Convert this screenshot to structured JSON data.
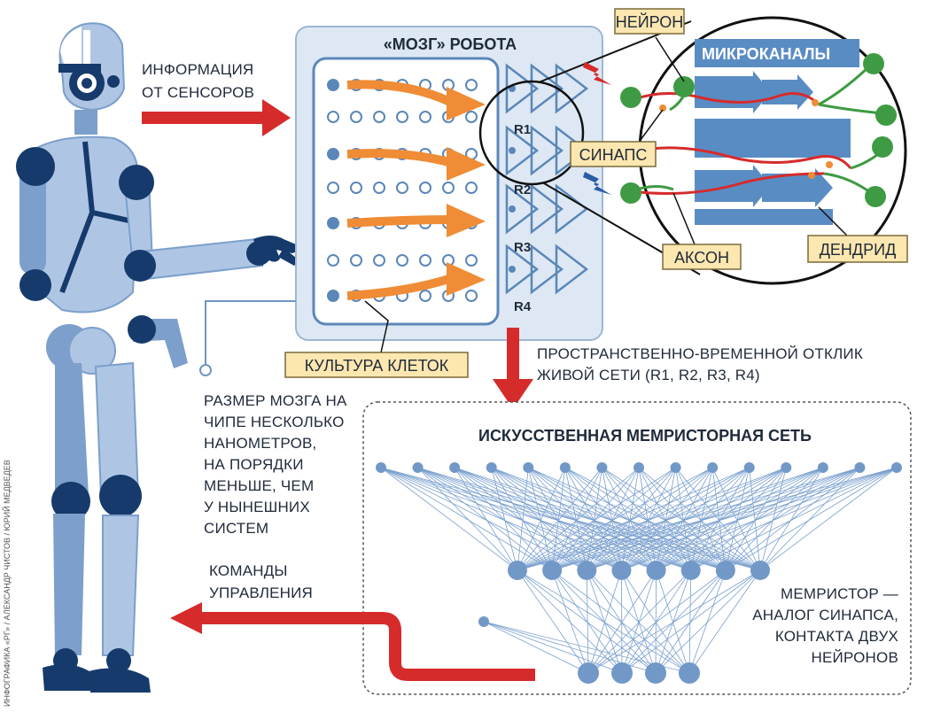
{
  "colors": {
    "robot_light": "#aec6e4",
    "robot_mid": "#7c9fcb",
    "robot_dark": "#163a6b",
    "panel": "#dde8f4",
    "cell_line": "#5b87b8",
    "orange": "#ef8c35",
    "red": "#d62b2b",
    "green": "#3e9b43",
    "channel": "#5a8cc4",
    "tag_bg": "#fde7b0",
    "net_node": "#7298c8",
    "net_line": "#7aa0cf"
  },
  "icons": {
    "spark_red": "lightning-bolt-icon",
    "spark_blue": "lightning-bolt-icon"
  },
  "labels": {
    "info_line1": "ИНФОРМАЦИЯ",
    "info_line2": "ОТ СЕНСОРОВ",
    "brain_title": "«МОЗГ» РОБОТА",
    "neuron": "НЕЙРОН",
    "microchannels": "МИКРОКАНАЛЫ",
    "synapse": "СИНАПС",
    "axon": "АКСОН",
    "dendrite": "ДЕНДРИД",
    "culture": "КУЛЬТУРА КЛЕТОК",
    "response_line1": "ПРОСТРАНСТВЕННО-ВРЕМЕННОЙ ОТКЛИК",
    "response_line2": "ЖИВОЙ СЕТИ (R1, R2, R3, R4)",
    "size_lines": [
      "РАЗМЕР МОЗГА НА",
      "ЧИПЕ НЕСКОЛЬКО",
      "НАНОМЕТРОВ,",
      "НА ПОРЯДКИ",
      "МЕНЬШЕ, ЧЕМ",
      "У НЫНЕШНИХ",
      "СИСТЕМ"
    ],
    "network_title": "ИСКУССТВЕННАЯ МЕМРИСТОРНАЯ СЕТЬ",
    "commands_line1": "КОМАНДЫ",
    "commands_line2": "УПРАВЛЕНИЯ",
    "memristor_lines": [
      "МЕМРИСТОР —",
      "АНАЛОГ СИНАПСА,",
      "КОНТАКТА ДВУХ",
      "НЕЙРОНОВ"
    ],
    "credit": "ИНФОГРАФИКА «РГ» / АЛЕКСАНДР ЧИСТОВ / ЮРИЙ МЕДВЕДЕВ"
  },
  "responses": [
    "R1",
    "R2",
    "R3",
    "R4"
  ],
  "network": {
    "layer_sizes": [
      15,
      8,
      4,
      1
    ]
  }
}
